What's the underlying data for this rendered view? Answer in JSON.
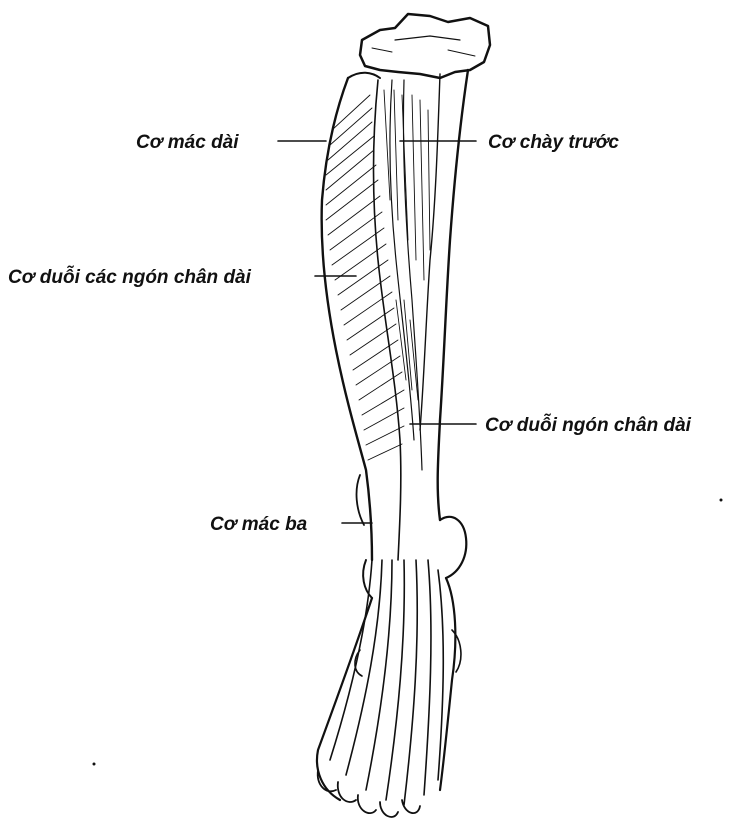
{
  "labels": {
    "peroneus_longus": "Cơ mác dài",
    "tibialis_anterior": "Cơ chày trước",
    "extensor_digitorum_longus": "Cơ duỗi các ngón chân dài",
    "extensor_hallucis_longus": "Cơ duỗi ngón chân dài",
    "peroneus_tertius": "Cơ mác ba"
  },
  "colors": {
    "ink": "#111111",
    "background": "#ffffff"
  }
}
